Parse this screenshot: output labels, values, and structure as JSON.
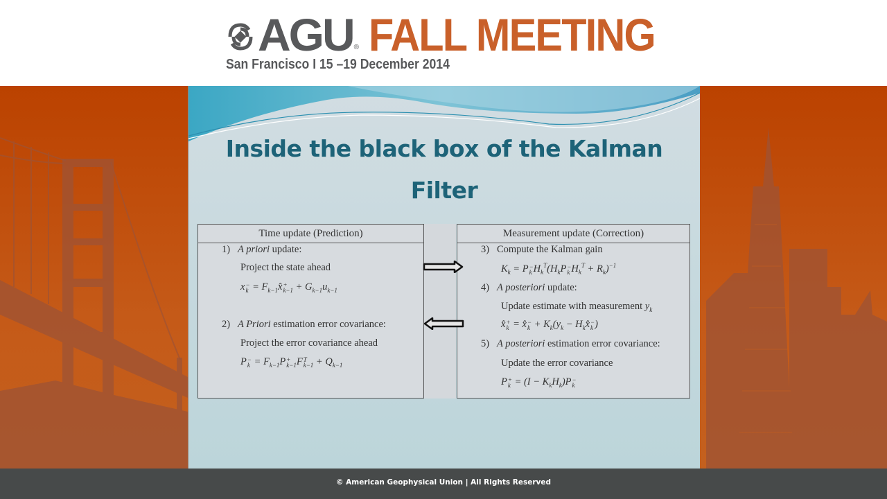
{
  "header": {
    "logo_text": "AGU",
    "registered_mark": "®",
    "event_title": "FALL MEETING",
    "subline": "San Francisco  I  15 –19 December 2014",
    "colors": {
      "logo_gray": "#58595b",
      "accent_orange": "#c9602a"
    }
  },
  "slide": {
    "title_line1": "Inside the black box of the Kalman",
    "title_line2": "Filter",
    "title_color": "#1d6378",
    "time_update": {
      "heading": "Time update (Prediction)",
      "steps": [
        {
          "num": "1)",
          "label_italic": "A priori",
          "label_rest": " update:",
          "desc": "Project the state ahead",
          "equation": "x_k^- = F_{k-1} x̂_{k-1}^+ + G_{k-1} u_{k-1}"
        },
        {
          "num": "2)",
          "label_italic": "A Priori",
          "label_rest": " estimation error covariance:",
          "desc": "Project the error covariance ahead",
          "equation": "P_k^- = F_{k-1} P_{k-1}^+ F_{k-1}^T + Q_{k-1}"
        }
      ]
    },
    "measurement_update": {
      "heading": "Measurement update (Correction)",
      "steps": [
        {
          "num": "3)",
          "label": "Compute the Kalman gain",
          "equation": "K_k = P_k^- H_k^T (H_k P_k^- H_k^T + R_k)^-1"
        },
        {
          "num": "4)",
          "label_italic": "A posteriori",
          "label_rest": " update:",
          "desc": "Update estimate with measurement y_k",
          "desc_text": "Update estimate with measurement ",
          "desc_var": "y",
          "desc_sub": "k",
          "equation": "x̂_k^+ = x̂_k^- + K_k (y_k − H_k x̂_k^-)"
        },
        {
          "num": "5)",
          "label_italic": "A posteriori",
          "label_rest": " estimation error covariance:",
          "desc": "Update the error covariance",
          "equation": "P_k^+ = (I − K_k H_k) P_k^-"
        }
      ]
    },
    "arrows": [
      {
        "direction": "right",
        "name": "to-measurement-update"
      },
      {
        "direction": "left",
        "name": "to-time-update"
      }
    ]
  },
  "footer": {
    "copyright": "© American Geophysical Union | All Rights Reserved"
  }
}
